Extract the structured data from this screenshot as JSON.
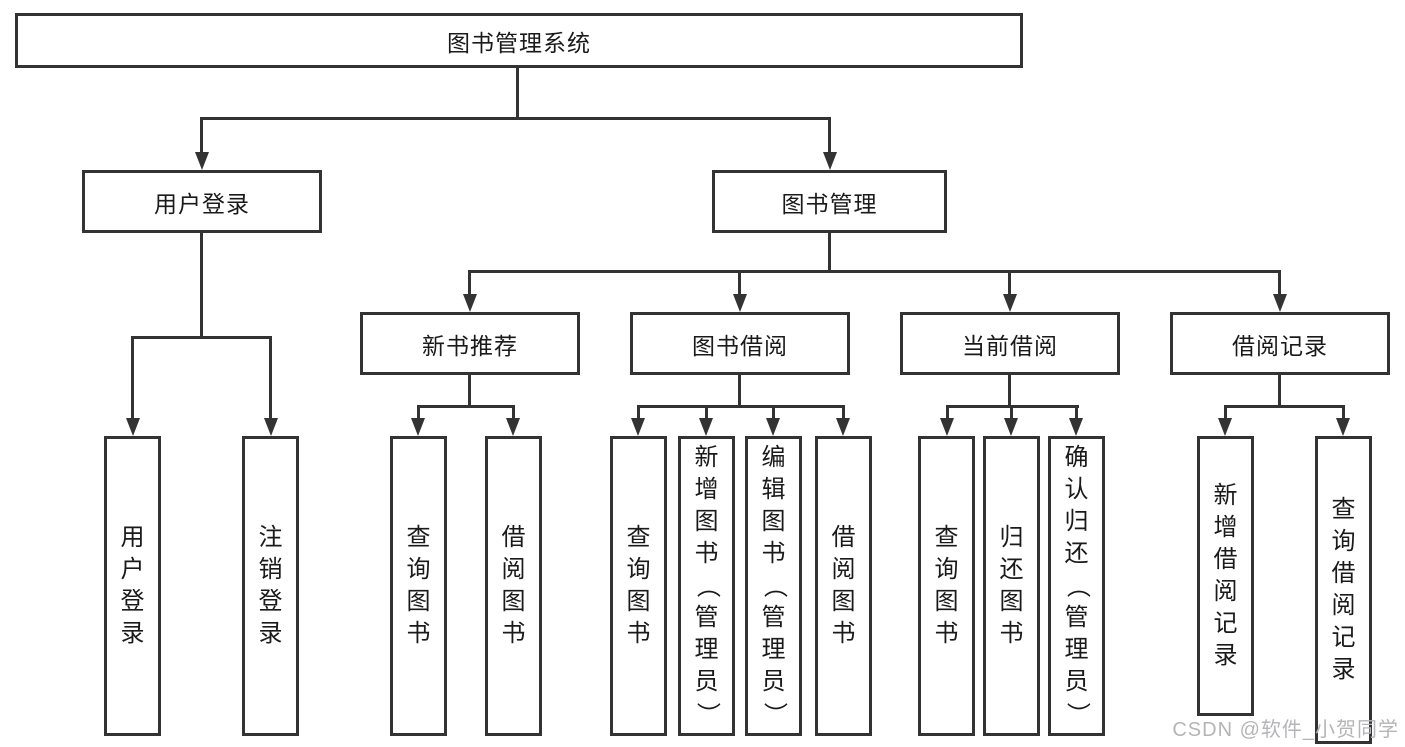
{
  "colors": {
    "line": "#333333",
    "text": "#1a1a1a",
    "background": "#ffffff",
    "watermark": "#b5b5b8"
  },
  "watermark": {
    "text": "CSDN @软件_小贺同学"
  },
  "tree": {
    "root": {
      "label": "图书管理系统",
      "children": [
        {
          "label": "用户登录",
          "children": [
            {
              "label": "用户登录"
            },
            {
              "label": "注销登录"
            }
          ]
        },
        {
          "label": "图书管理",
          "children": [
            {
              "label": "新书推荐",
              "children": [
                {
                  "label": "查询图书"
                },
                {
                  "label": "借阅图书"
                }
              ]
            },
            {
              "label": "图书借阅",
              "children": [
                {
                  "label": "查询图书"
                },
                {
                  "label": "新增图书（管理员）"
                },
                {
                  "label": "编辑图书（管理员）"
                },
                {
                  "label": "借阅图书"
                }
              ]
            },
            {
              "label": "当前借阅",
              "children": [
                {
                  "label": "查询图书"
                },
                {
                  "label": "归还图书"
                },
                {
                  "label": "确认归还（管理员）"
                }
              ]
            },
            {
              "label": "借阅记录",
              "children": [
                {
                  "label": "新增借阅记录"
                },
                {
                  "label": "查询借阅记录"
                }
              ]
            }
          ]
        }
      ]
    }
  }
}
